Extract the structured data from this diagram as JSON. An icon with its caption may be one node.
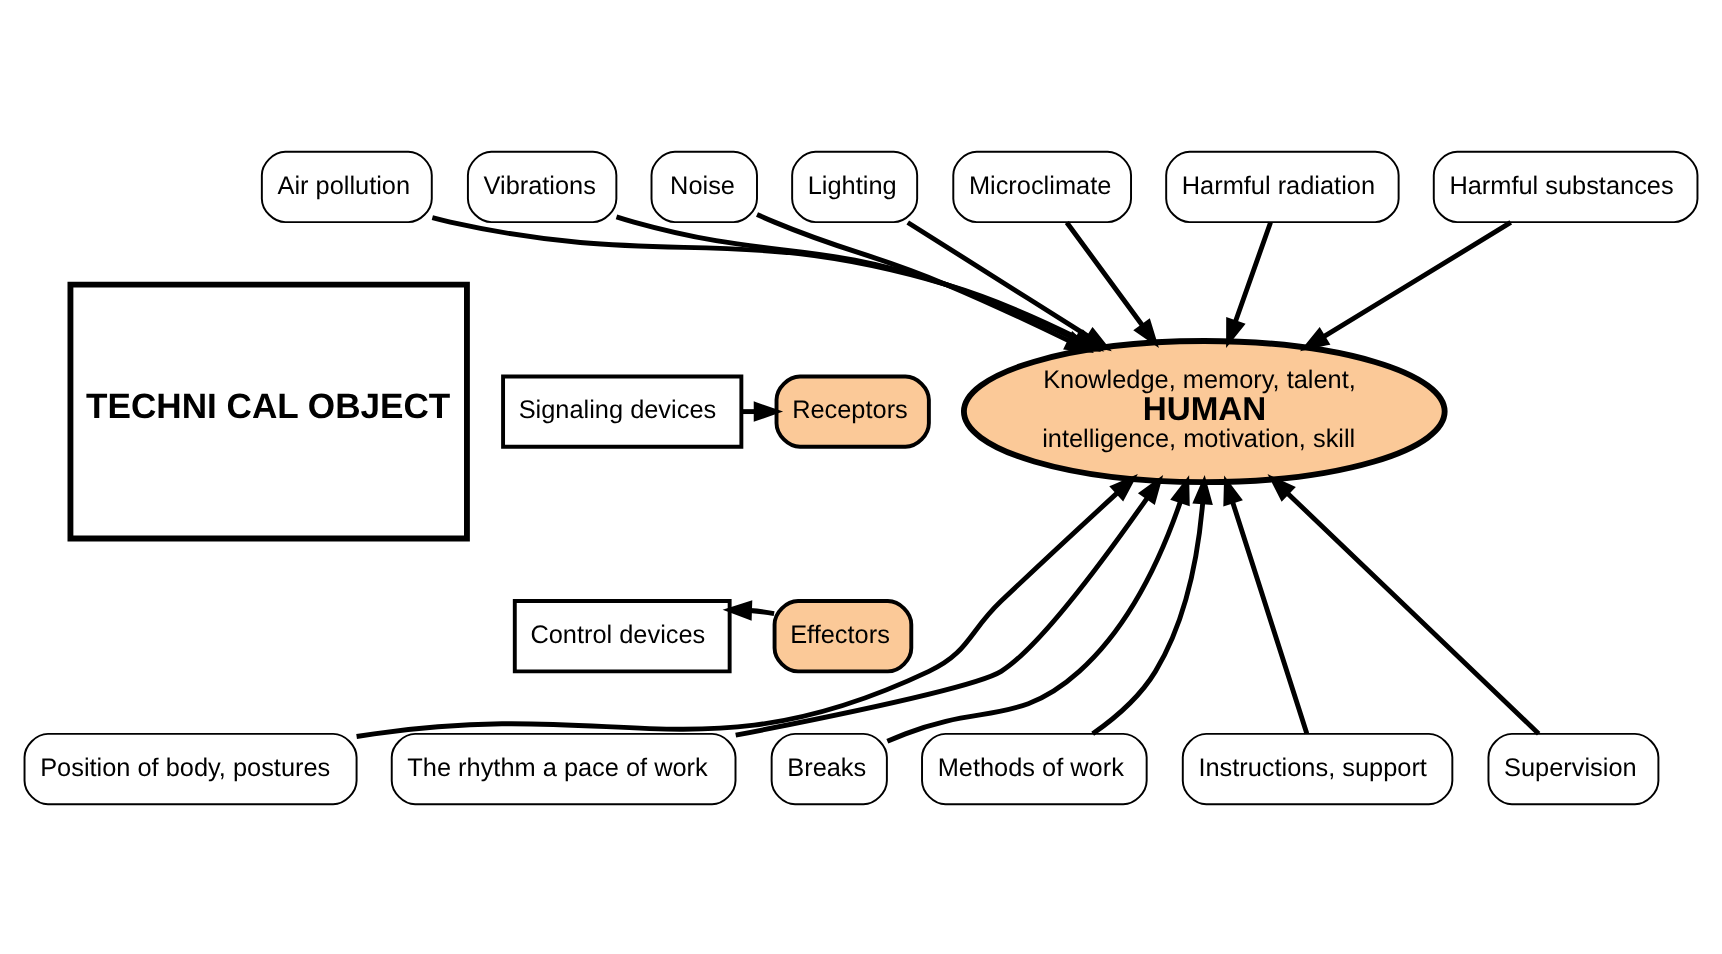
{
  "diagram": {
    "nodes": [
      {
        "text": [
          "Vibrations"
        ]
      },
      {
        "text": [
          "Noise"
        ]
      },
      {
        "text": [
          "Lighting"
        ]
      },
      {
        "text": [
          "Microclimate"
        ]
      },
      {
        "text": [
          "Harmful radiation"
        ]
      },
      {
        "text": [
          "Harmful substances"
        ]
      },
      {
        "text": [
          "Air pollution"
        ]
      },
      {
        "text": [
          "TECHNI CAL OBJECT"
        ]
      },
      {
        "text": [
          "Signaling devices"
        ]
      },
      {
        "text": [
          "Receptors"
        ]
      },
      {
        "text": [
          "Knowledge, memory, talent,",
          "HUMAN",
          "intelligence, motivation, skill"
        ]
      },
      {
        "text": [
          "Control devices"
        ]
      },
      {
        "text": [
          "Effectors"
        ]
      },
      {
        "text": [
          "Position of body, postures"
        ]
      },
      {
        "text": [
          "The rhythm a pace of work"
        ]
      },
      {
        "text": [
          "Breaks"
        ]
      },
      {
        "text": [
          "Methods of work"
        ]
      },
      {
        "text": [
          "Instructions, support"
        ]
      },
      {
        "text": [
          "Supervision"
        ]
      }
    ],
    "edges": [
      {
        "from": 0,
        "to": 10,
        "arrow": "to"
      },
      {
        "from": 1,
        "to": 10,
        "arrow": "to"
      },
      {
        "from": 2,
        "to": 10,
        "arrow": "to"
      },
      {
        "from": 3,
        "to": 10,
        "arrow": "to"
      },
      {
        "from": 4,
        "to": 10,
        "arrow": "to"
      },
      {
        "from": 5,
        "to": 10,
        "arrow": "to"
      },
      {
        "from": 6,
        "to": 10,
        "arrow": "to"
      },
      {
        "from": 8,
        "to": 9,
        "arrow": "to"
      },
      {
        "from": 12,
        "to": 11,
        "arrow": "to"
      },
      {
        "from": 13,
        "to": 10,
        "arrow": "to"
      },
      {
        "from": 14,
        "to": 10,
        "arrow": "to"
      },
      {
        "from": 15,
        "to": 10,
        "arrow": "to"
      },
      {
        "from": 16,
        "to": 10,
        "arrow": "to"
      },
      {
        "from": 17,
        "to": 10,
        "arrow": "to"
      },
      {
        "from": 18,
        "to": 10,
        "arrow": "to"
      }
    ]
  }
}
